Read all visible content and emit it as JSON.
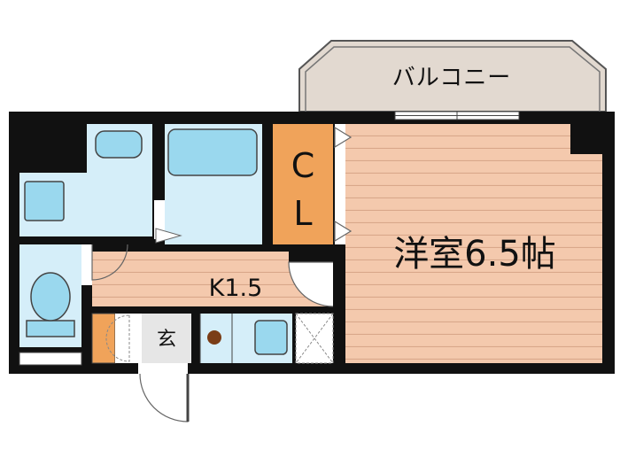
{
  "floorplan": {
    "balcony_label": "バルコニー",
    "closet_label_1": "C",
    "closet_label_2": "L",
    "room_label": "洋室6.5帖",
    "kitchen_label": "K1.5",
    "entrance_label": "玄",
    "colors": {
      "wall": "#111111",
      "floor_wood": "#f4c9ad",
      "floor_line": "#d9a78a",
      "bath_area": "#d5eef9",
      "fixture_blue": "#9ad8ee",
      "closet": "#f0a35a",
      "balcony": "#e2d9d0",
      "genkan": "#e6e6e6",
      "stove": "#7a3d17"
    }
  }
}
